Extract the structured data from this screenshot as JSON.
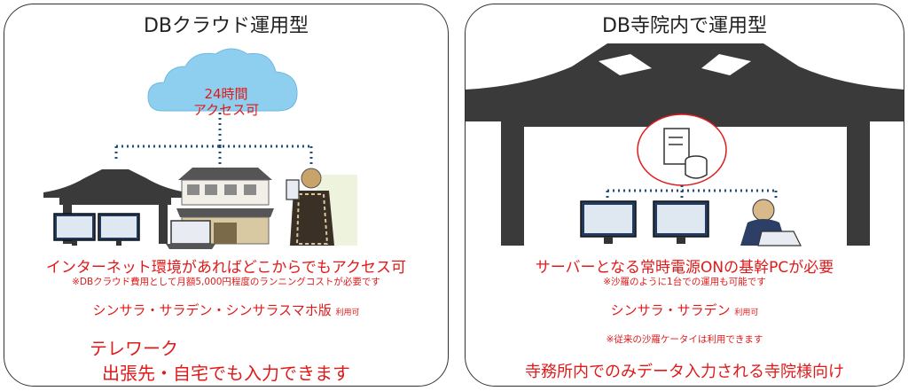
{
  "left": {
    "title": "DBクラウド運用型",
    "cloud_line1": "24時間",
    "cloud_line2": "アクセス可",
    "access_line": "インターネット環境があればどこからでもアクセス可",
    "cost_note": "※DBクラウド費用として月額5,000円程度のランニングコストが必要です",
    "apps": "シンサラ・サラデン・シンサラスマホ版",
    "apps_suffix": "利用可",
    "telework_1": "テレワーク",
    "telework_2": "出張先・自宅でも入力できます"
  },
  "right": {
    "title": "DB寺院内で運用型",
    "server_line": "サーバーとなる常時電源ONの基幹PCが必要",
    "server_note": "※沙羅のように1台での運用も可能です",
    "apps": "シンサラ・サラデン",
    "apps_suffix": "利用可",
    "keitai_note": "※従来の沙羅ケータイは利用できます",
    "footer": "寺務所内でのみデータ入力される寺院様向け"
  },
  "colors": {
    "accent_red": "#e01a1a",
    "cloud_blue": "#8ecff0",
    "dot_blue": "#1f4e79",
    "roof_dark": "#3a3a3a"
  }
}
